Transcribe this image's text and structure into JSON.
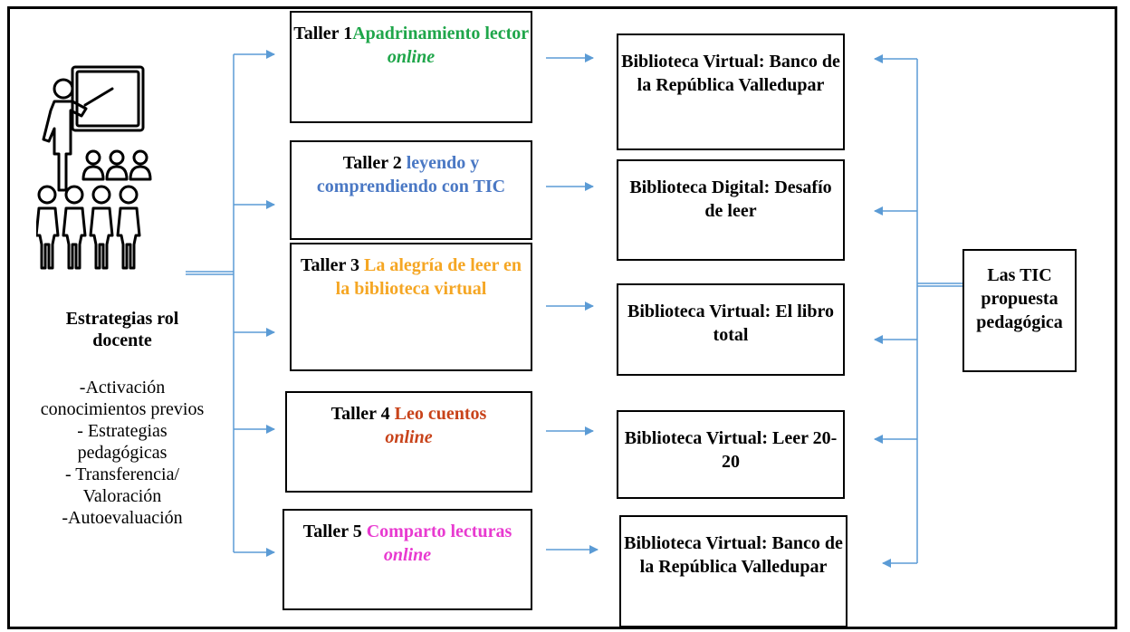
{
  "workshops": [
    {
      "prefix": "Taller 1",
      "rest_a": "Apadrinamiento lector ",
      "rest_b": "online",
      "color": "#1fa64a"
    },
    {
      "prefix": "Taller 2",
      "rest_a": " leyendo y comprendiendo con TIC",
      "rest_b": "",
      "color": "#4a78c4"
    },
    {
      "prefix": "Taller 3",
      "rest_a": " La alegría de leer en la biblioteca virtual",
      "rest_b": "",
      "color": "#f5a623"
    },
    {
      "prefix": "Taller 4",
      "rest_a": " Leo cuentos ",
      "rest_b": "online",
      "color": "#c8431a"
    },
    {
      "prefix": "Taller 5",
      "rest_a": " Comparto lecturas ",
      "rest_b": "online",
      "color": "#e83ad0"
    }
  ],
  "libraries": [
    "Biblioteca Virtual: Banco de la República Valledupar",
    "Biblioteca Digital: Desafío de leer",
    "Biblioteca Virtual: El libro total",
    "Biblioteca Virtual: Leer 20-20",
    "Biblioteca Virtual: Banco de la República Valledupar"
  ],
  "tic_box": "Las TIC propuesta pedagógica",
  "strategy": {
    "title": "Estrategias rol docente",
    "items": [
      "-Activación conocimientos previos",
      "- Estrategias pedagógicas",
      "- Transferencia/ Valoración",
      "-Autoevaluación"
    ]
  },
  "colors": {
    "arrow": "#5b9bd5",
    "border": "#000000"
  },
  "icons": [
    "teacher-classroom-icon"
  ]
}
